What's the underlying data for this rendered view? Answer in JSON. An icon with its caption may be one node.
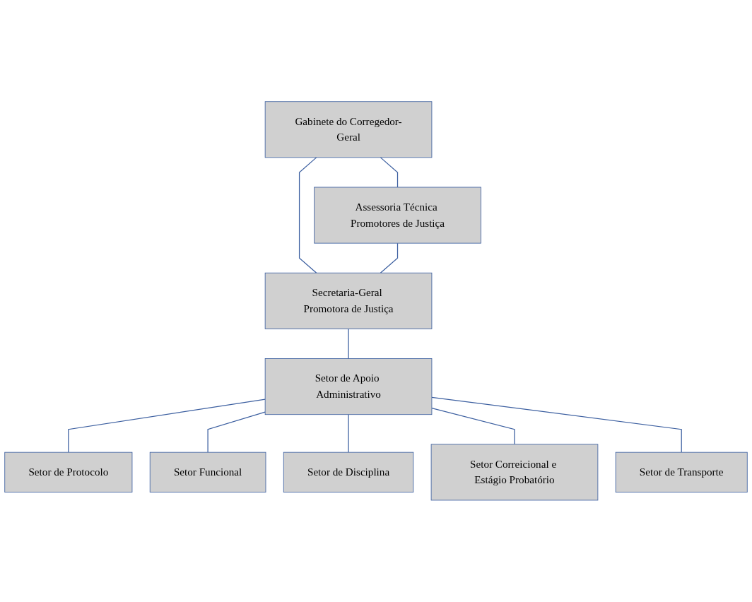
{
  "diagram": {
    "nodes": [
      {
        "text": [
          "Gabinete do Corregedor-Geral"
        ]
      },
      {
        "text": [
          "Assessoria Técnica Promotores de Justiça"
        ]
      },
      {
        "text": [
          "Secretaria-Geral Promotora de Justiça"
        ]
      },
      {
        "text": [
          "Setor de Apoio Administrativo"
        ]
      },
      {
        "text": [
          "Setor de Protocolo"
        ]
      },
      {
        "text": [
          "Setor Funcional"
        ]
      },
      {
        "text": [
          "Setor de Disciplina"
        ]
      },
      {
        "text": [
          "Setor Correicional e Estágio Probatório"
        ]
      },
      {
        "text": [
          "Setor de Transporte"
        ]
      }
    ],
    "edges": [
      {
        "from": 0,
        "to": 1,
        "arrow": "none"
      },
      {
        "from": 0,
        "to": 2,
        "arrow": "none"
      },
      {
        "from": 1,
        "to": 2,
        "arrow": "none"
      },
      {
        "from": 2,
        "to": 3,
        "arrow": "none"
      },
      {
        "from": 3,
        "to": 4,
        "arrow": "none"
      },
      {
        "from": 3,
        "to": 5,
        "arrow": "none"
      },
      {
        "from": 3,
        "to": 6,
        "arrow": "none"
      },
      {
        "from": 3,
        "to": 7,
        "arrow": "none"
      },
      {
        "from": 3,
        "to": 8,
        "arrow": "none"
      }
    ]
  }
}
